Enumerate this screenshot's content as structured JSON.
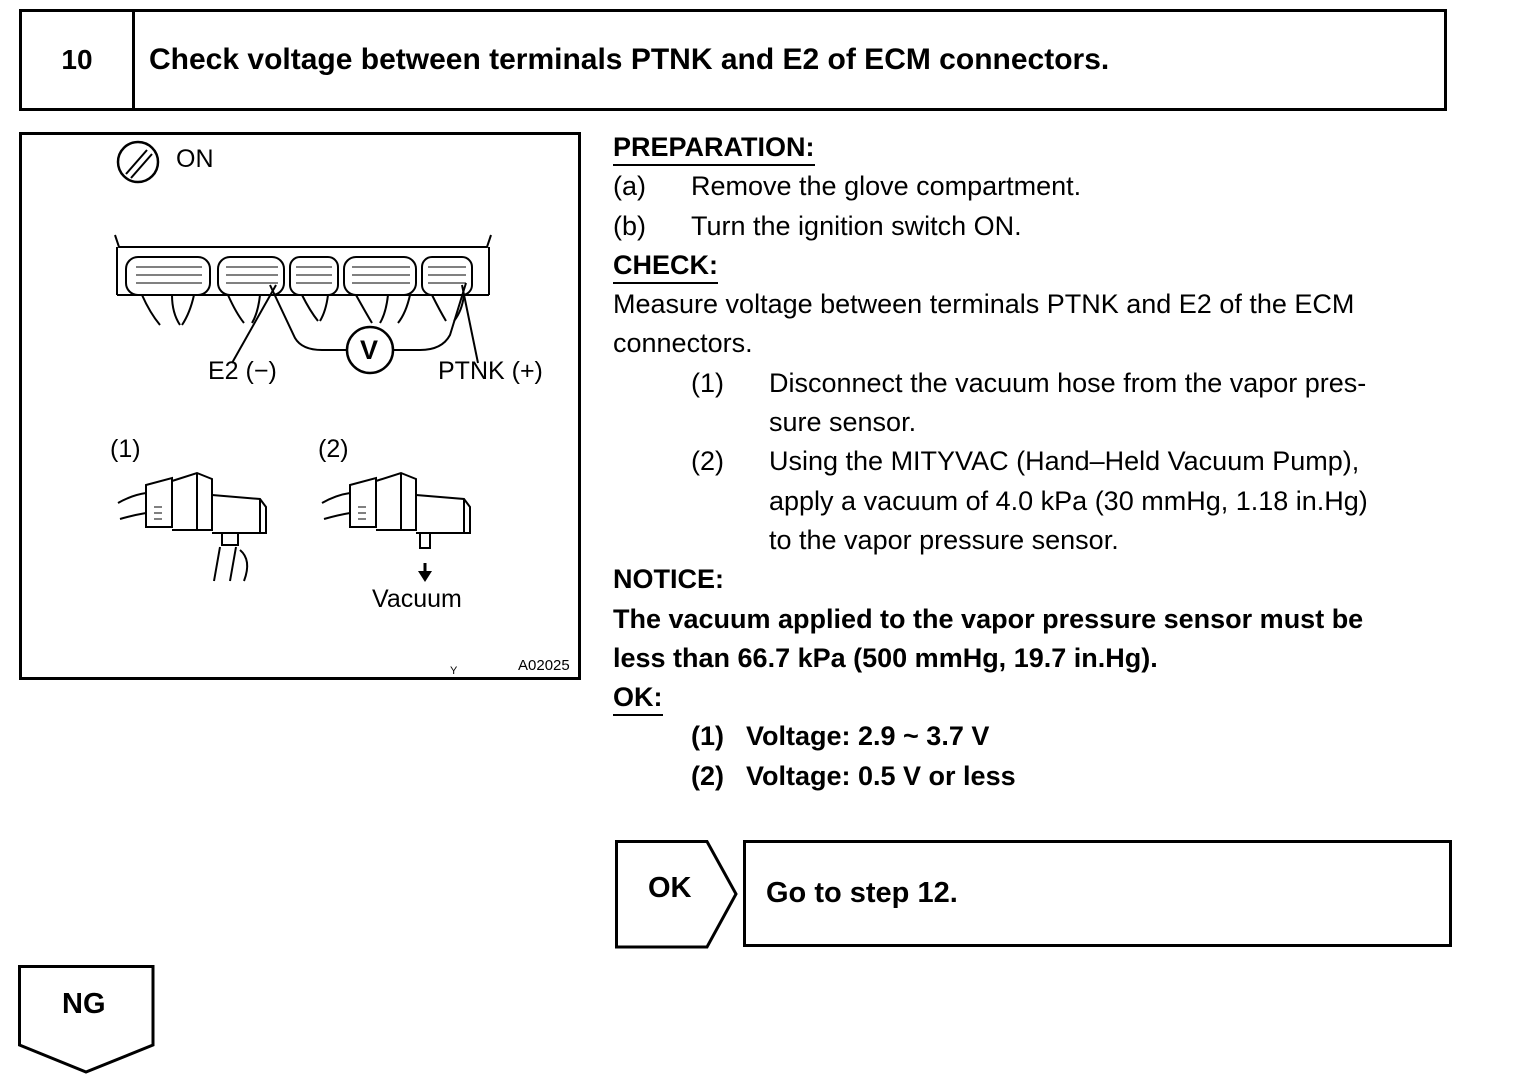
{
  "header": {
    "step_number": "10",
    "title": "Check voltage between terminals PTNK and E2 of ECM connectors."
  },
  "figure": {
    "ignition_label": "ON",
    "meter_symbol": "V",
    "e2_label": "E2 (−)",
    "ptnk_label": "PTNK (+)",
    "step1_label": "(1)",
    "step2_label": "(2)",
    "vacuum_label": "Vacuum",
    "small_mark": "Y",
    "figure_code": "A02025"
  },
  "preparation": {
    "heading": "PREPARATION:",
    "items": [
      {
        "label": "(a)",
        "text": "Remove the glove compartment."
      },
      {
        "label": "(b)",
        "text": "Turn the ignition switch ON."
      }
    ]
  },
  "check": {
    "heading": "CHECK:",
    "text_line1": "Measure voltage between terminals PTNK and E2 of the ECM",
    "text_line2": "connectors.",
    "steps": [
      {
        "label": "(1)",
        "line1": "Disconnect the vacuum hose from the vapor pres-",
        "line2": "sure sensor."
      },
      {
        "label": "(2)",
        "line1": "Using the MITYVAC  (Hand–Held  Vacuum Pump),",
        "line2": "apply a vacuum of 4.0 kPa (30 mmHg, 1.18 in.Hg)",
        "line3": "to the vapor pressure sensor."
      }
    ]
  },
  "notice": {
    "heading": "NOTICE:",
    "line1": "The vacuum applied to the vapor pressure sensor must be",
    "line2": "less than 66.7 kPa (500 mmHg, 19.7 in.Hg)."
  },
  "ok_spec": {
    "heading": "OK:",
    "items": [
      {
        "label": "(1)",
        "text": "Voltage: 2.9 ~ 3.7 V"
      },
      {
        "label": "(2)",
        "text": "Voltage: 0.5 V or less"
      }
    ]
  },
  "results": {
    "ok_label": "OK",
    "ok_action": "Go to step 12.",
    "ng_label": "NG"
  }
}
